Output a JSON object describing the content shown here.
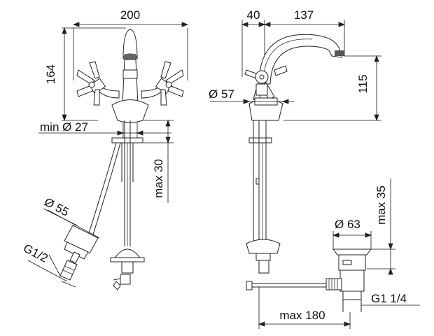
{
  "diagram": {
    "front_view": {
      "width_label": "200",
      "height_label": "164",
      "hole_label": "min Ø 27",
      "thickness_label": "max 30",
      "hose_diameter_label": "Ø 55",
      "thread_label": "G1/2"
    },
    "side_view": {
      "depth_a_label": "40",
      "depth_b_label": "137",
      "height_label": "115",
      "base_diameter_label": "Ø 57",
      "drain_diameter_label": "Ø 63",
      "drain_height_label": "max 35",
      "drain_thread_label": "G1 1/4",
      "rod_length_label": "max 180"
    }
  },
  "colors": {
    "line": "#222222",
    "background": "#ffffff"
  }
}
